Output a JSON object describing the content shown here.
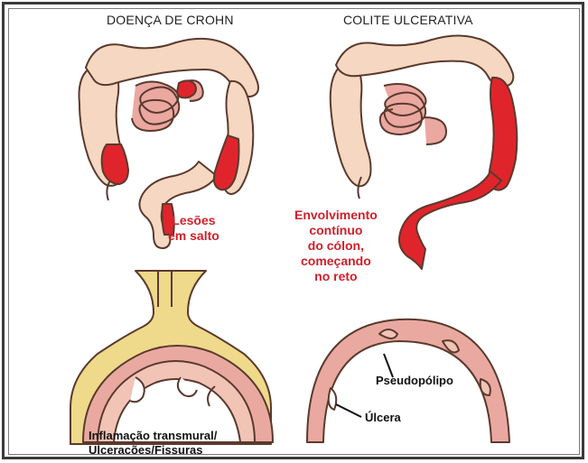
{
  "titles": {
    "crohn": "DOENÇA DE CROHN",
    "colitis": "COLITE ULCERATIVA"
  },
  "labels": {
    "skip_lesions": [
      "Lesões",
      "em salto"
    ],
    "continuous": [
      "Envolvimento",
      "contínuo",
      "do cólon,",
      "começando",
      "no reto"
    ],
    "transmural": [
      "Inflamação transmural/",
      "Ulceracões/Fissuras"
    ],
    "pseudopolyp": "Pseudopólipo",
    "ulcer": "Úlcera"
  },
  "colors": {
    "colon_pale": "#f6d7c2",
    "colon_outline": "#5a3a2e",
    "inflamed_red": "#e0242c",
    "small_bowel": "#eaa8a0",
    "fat_yellow": "#efd98a",
    "wall_pink": "#e9a9a1",
    "label_red": "#d0202a"
  }
}
